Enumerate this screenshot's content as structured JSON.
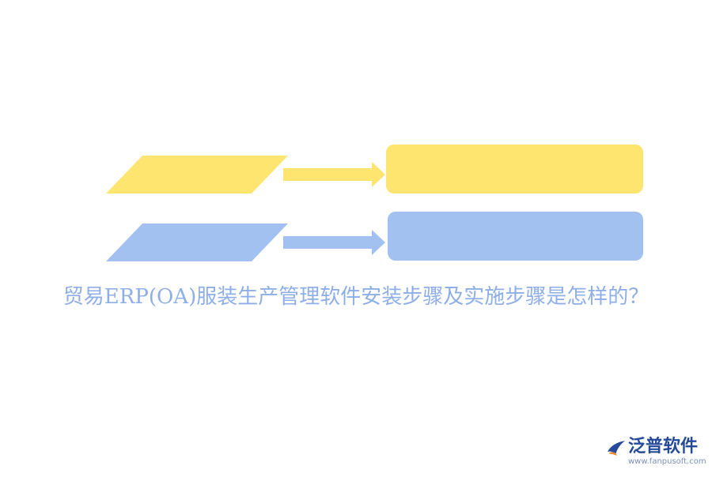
{
  "title": "贸易ERP(OA)服装生产管理软件安装步骤及实施步骤是怎样的？",
  "logo": {
    "brand_name": "泛普软件",
    "url_text": "www.fanpusoft.com"
  },
  "colors": {
    "yellow": "#fde56f",
    "blue": "#a2c1f0",
    "title_text": "#8eaee8",
    "logo_text": "#244a9a",
    "logo_orange": "#f08a2a"
  },
  "rows": [
    {
      "color_key": "yellow"
    },
    {
      "color_key": "blue"
    }
  ]
}
